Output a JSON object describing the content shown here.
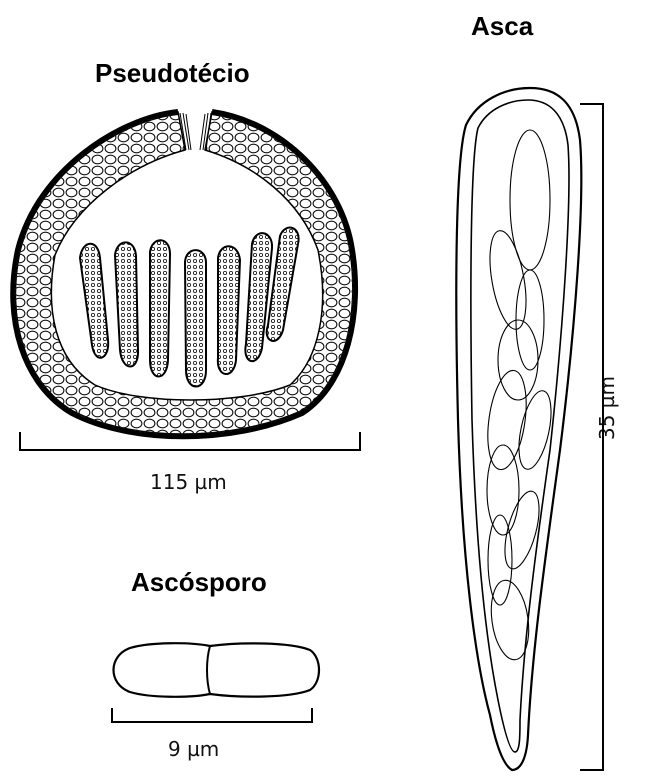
{
  "titles": {
    "pseudotecio": "Pseudotécio",
    "asca": "Asca",
    "ascosporo": "Ascósporo"
  },
  "scales": {
    "pseudotecio": "115 µm",
    "asca": "35 µm",
    "ascosporo": "9 µm"
  },
  "colors": {
    "ink": "#000000",
    "background": "#ffffff"
  }
}
